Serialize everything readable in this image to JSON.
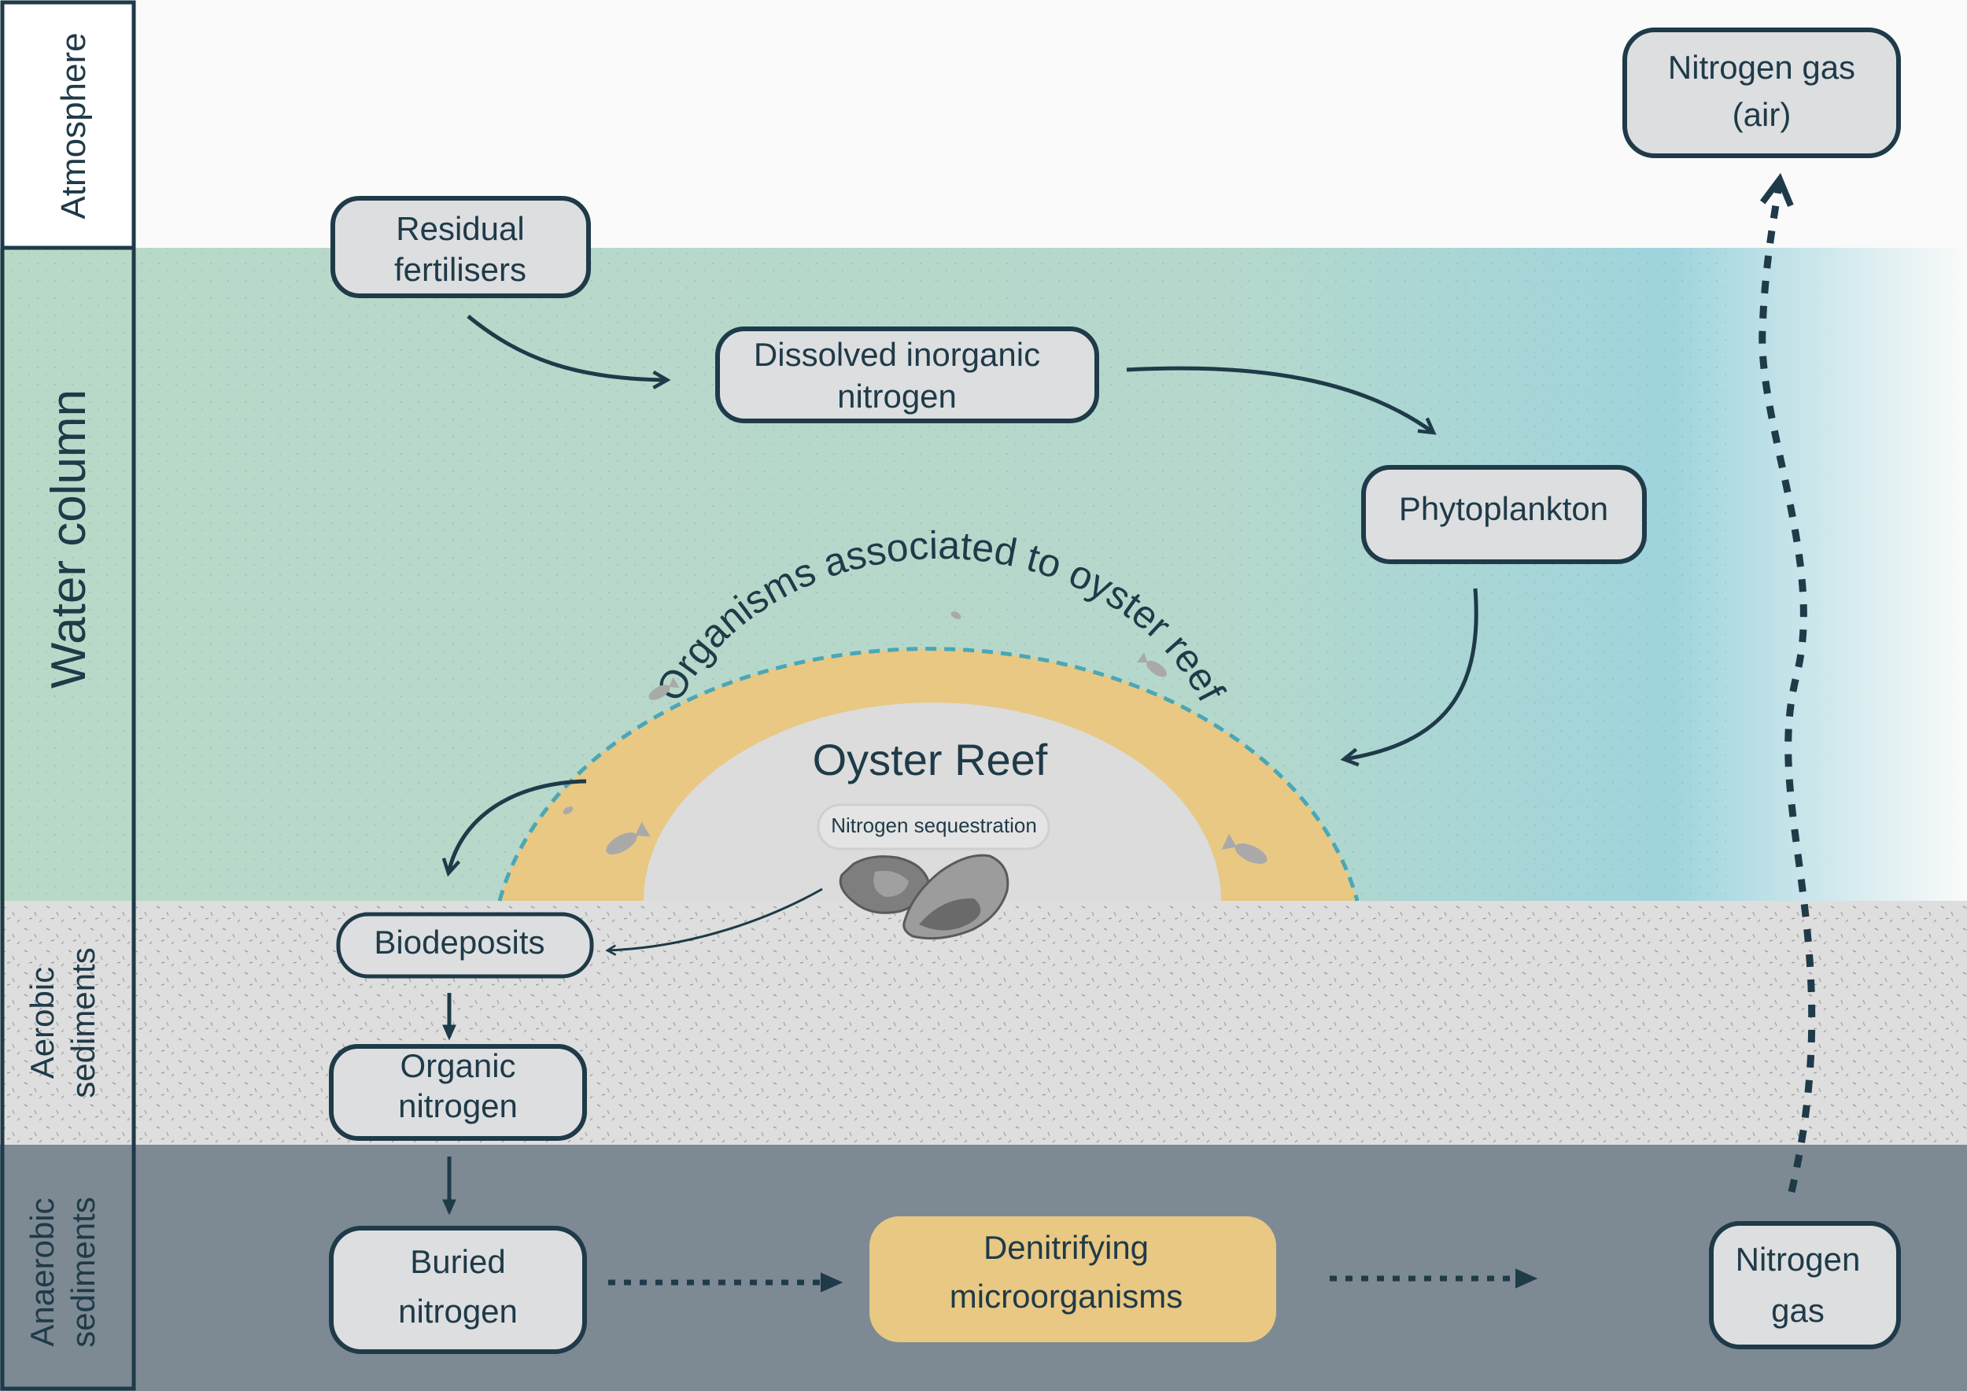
{
  "zones": {
    "atmosphere": "Atmosphere",
    "water_column": "Water column",
    "aerobic_sediments": [
      "Aerobic",
      "sediments"
    ],
    "anaerobic_sediments": [
      "Anaerobic",
      "sediments"
    ]
  },
  "nodes": {
    "nitrogen_gas_air": [
      "Nitrogen gas",
      "(air)"
    ],
    "residual_fertilisers": [
      "Residual",
      "fertilisers"
    ],
    "dissolved_inorganic_nitrogen": [
      "Dissolved inorganic",
      "nitrogen"
    ],
    "phytoplankton": "Phytoplankton",
    "biodeposits": "Biodeposits",
    "organic_nitrogen": [
      "Organic",
      "nitrogen"
    ],
    "buried_nitrogen": [
      "Buried",
      "nitrogen"
    ],
    "denitrifying_microorganisms": [
      "Denitrifying",
      "microorganisms"
    ],
    "nitrogen_gas": [
      "Nitrogen",
      "gas"
    ]
  },
  "reef": {
    "title": "Oyster Reef",
    "arc_label": "Organisms associated to oyster reef",
    "sequestration_label": "Nitrogen sequestration"
  },
  "colors": {
    "node_fill": "#dcdee0",
    "node_stroke": "#1f3a48",
    "arrow": "#1f3a48",
    "water_green": "#b9d9c8",
    "water_blue": "#9fd4dd",
    "aerobic": "#dedede",
    "anaerobic": "#7d8a93",
    "reef_band": "#e8c883",
    "reef_outline": "#4aa7b6",
    "denitrifier_fill": "#e8c883"
  },
  "icons": [
    "fish-icon",
    "oyster-icon"
  ]
}
